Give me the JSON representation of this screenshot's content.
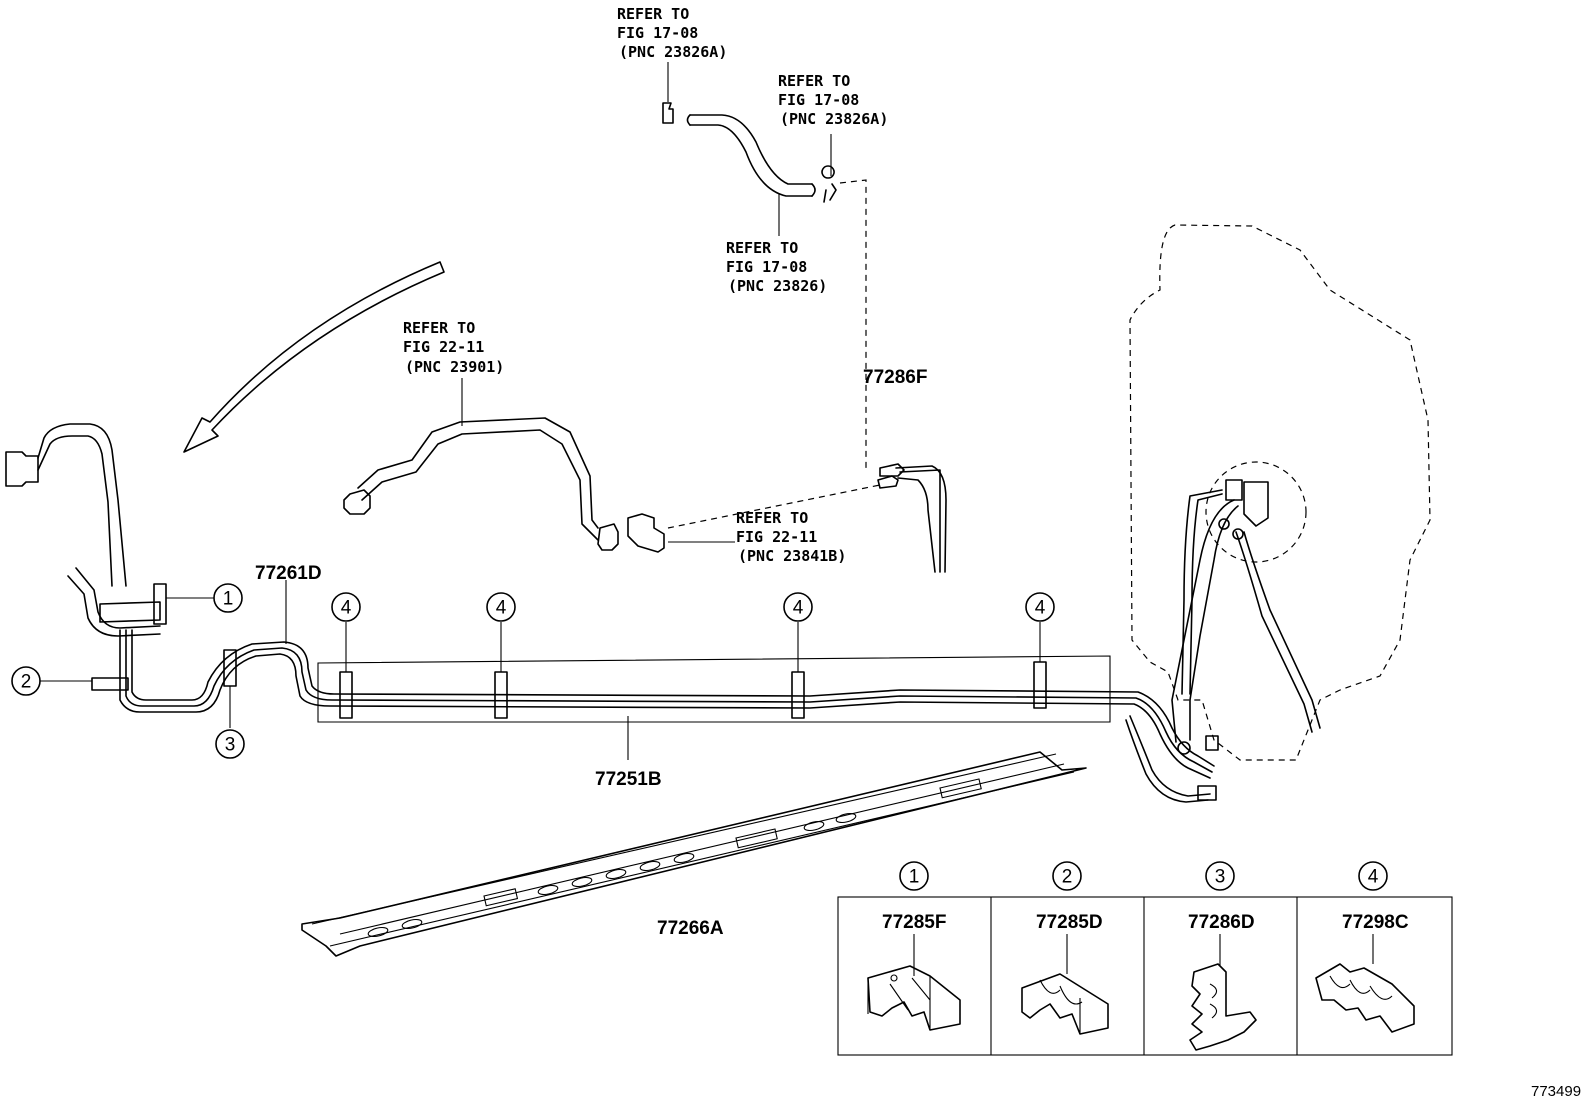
{
  "callouts": {
    "refer_a": [
      "REFER TO",
      "FIG 17-08",
      "(PNC 23826A)"
    ],
    "refer_b": [
      "REFER TO",
      "FIG 17-08",
      "(PNC 23826A)"
    ],
    "refer_c": [
      "REFER TO",
      "FIG 17-08",
      "(PNC 23826)"
    ],
    "refer_d": [
      "REFER TO",
      "FIG 22-11",
      "(PNC 23901)"
    ],
    "refer_e": [
      "REFER TO",
      "FIG 22-11",
      "(PNC 23841B)"
    ]
  },
  "part_numbers": {
    "p77286F": "77286F",
    "p77261D": "77261D",
    "p77251B": "77251B",
    "p77266A": "77266A"
  },
  "markers": {
    "m1": "1",
    "m2": "2",
    "m3": "3",
    "m4": "4"
  },
  "legend_cells": [
    {
      "number": "1",
      "part": "77285F"
    },
    {
      "number": "2",
      "part": "77285D"
    },
    {
      "number": "3",
      "part": "77286D"
    },
    {
      "number": "4",
      "part": "77298C"
    }
  ],
  "figure_id": "773499"
}
